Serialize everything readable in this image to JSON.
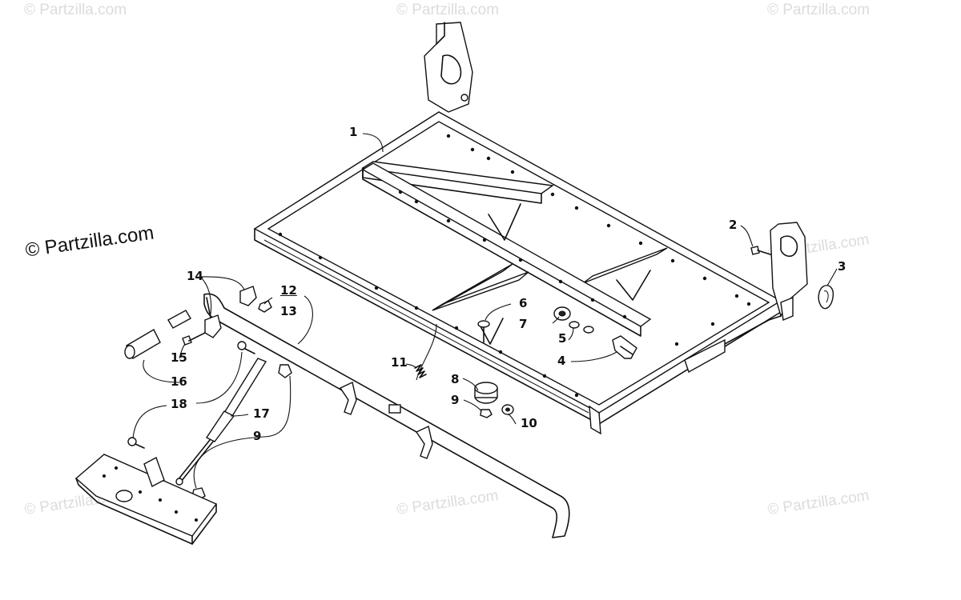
{
  "watermarks": {
    "main": "© Partzilla.com",
    "faint": "© Partzilla.com"
  },
  "callouts": {
    "c1": "1",
    "c2": "2",
    "c3": "3",
    "c4": "4",
    "c5": "5",
    "c6": "6",
    "c7": "7",
    "c8": "8",
    "c9a": "9",
    "c9b": "9",
    "c10": "10",
    "c11": "11",
    "c12": "12",
    "c13": "13",
    "c14": "14",
    "c15": "15",
    "c16": "16",
    "c17": "17",
    "c18": "18"
  }
}
